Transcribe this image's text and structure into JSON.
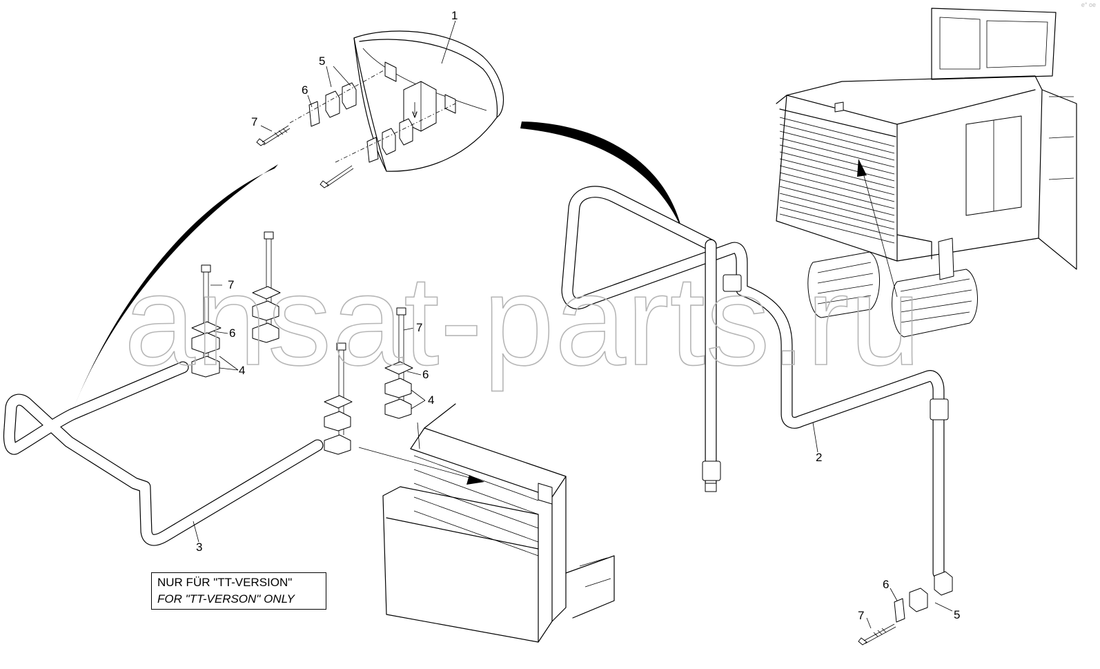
{
  "watermark": "ansat-parts.ru",
  "note": {
    "line_de": "NUR FÜR \"TT-VERSION\"",
    "line_en": "FOR \"TT-VERSON\" ONLY"
  },
  "corner_mark": "e° oe",
  "callouts": {
    "seat_cushion": "1",
    "right_rail": "2",
    "left_rail": "3",
    "clamp_left_a": "4",
    "clamp_left_b": "4",
    "bracket_top": "5",
    "bracket_right": "5",
    "plate_top": "6",
    "plate_left_a": "6",
    "plate_left_b": "6",
    "plate_right": "6",
    "bolt_top": "7",
    "bolt_left_a": "7",
    "bolt_left_b": "7",
    "bolt_right": "7"
  }
}
